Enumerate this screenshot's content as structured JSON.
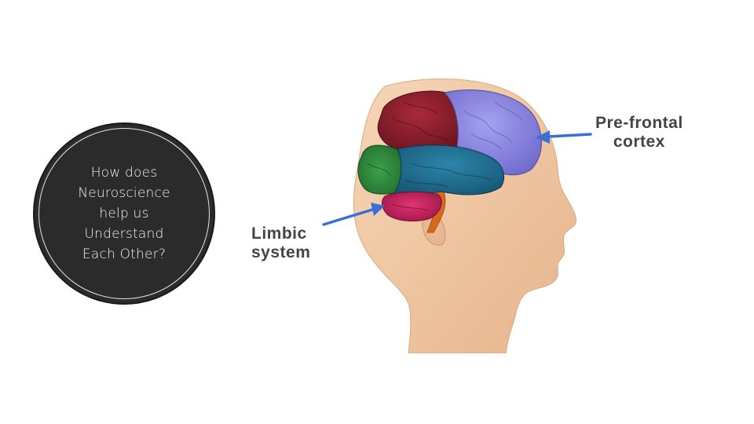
{
  "title": {
    "lines": [
      "How does",
      "Neuroscience",
      "help us",
      "Understand",
      "Each Other?"
    ]
  },
  "diagram": {
    "labels": {
      "prefrontal": [
        "Pre-frontal",
        "cortex"
      ],
      "limbic": [
        "Limbic",
        "system"
      ]
    },
    "colors": {
      "skin": "#f0c9a4",
      "frontal_lobe": "#8a86e0",
      "parietal_lobe": "#8c1c2a",
      "temporal_lobe": "#1f6d8f",
      "occipital_lobe": "#2e8a3a",
      "limbic_region": "#c21f5e",
      "brainstem": "#d96a1c",
      "arrow": "#3a6fd8"
    }
  }
}
